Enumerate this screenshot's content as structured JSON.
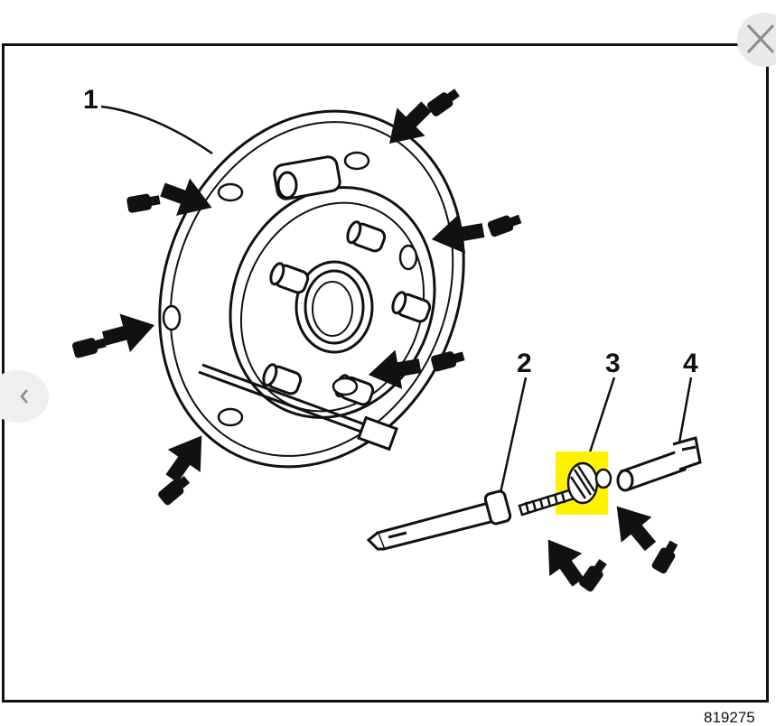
{
  "diagram": {
    "callouts": [
      "1",
      "2",
      "3",
      "4"
    ],
    "figure_id": "819275",
    "highlight_color": "#fff200",
    "line_color": "#111111"
  },
  "viewer": {
    "close_icon": "close-icon",
    "prev_icon": "chevron-left-icon"
  }
}
